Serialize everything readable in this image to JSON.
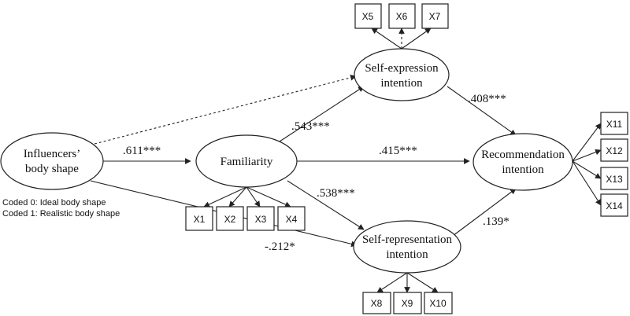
{
  "constructs": {
    "influencers": {
      "line1": "Influencers’",
      "line2": "body shape"
    },
    "familiarity": {
      "label": "Familiarity"
    },
    "self_expression": {
      "line1": "Self-expression",
      "line2": "intention"
    },
    "self_representation": {
      "line1": "Self-representation",
      "line2": "intention"
    },
    "recommendation": {
      "line1": "Recommendation",
      "line2": "intention"
    }
  },
  "indicators": {
    "familiarity": [
      "X1",
      "X2",
      "X3",
      "X4"
    ],
    "self_expression": [
      "X5",
      "X6",
      "X7"
    ],
    "self_representation": [
      "X8",
      "X9",
      "X10"
    ],
    "recommendation": [
      "X11",
      "X12",
      "X13",
      "X14"
    ]
  },
  "coefficients": {
    "influencers_familiarity": ".611***",
    "familiarity_self_expression": ".543***",
    "familiarity_recommendation": ".415***",
    "familiarity_self_representation": ".538***",
    "self_expression_recommendation": ".408***",
    "self_representation_recommendation": ".139*",
    "influencers_self_representation": "-.212*"
  },
  "coding_note": {
    "line1": "Coded 0: Ideal body shape",
    "line2": "Coded 1: Realistic body shape"
  }
}
